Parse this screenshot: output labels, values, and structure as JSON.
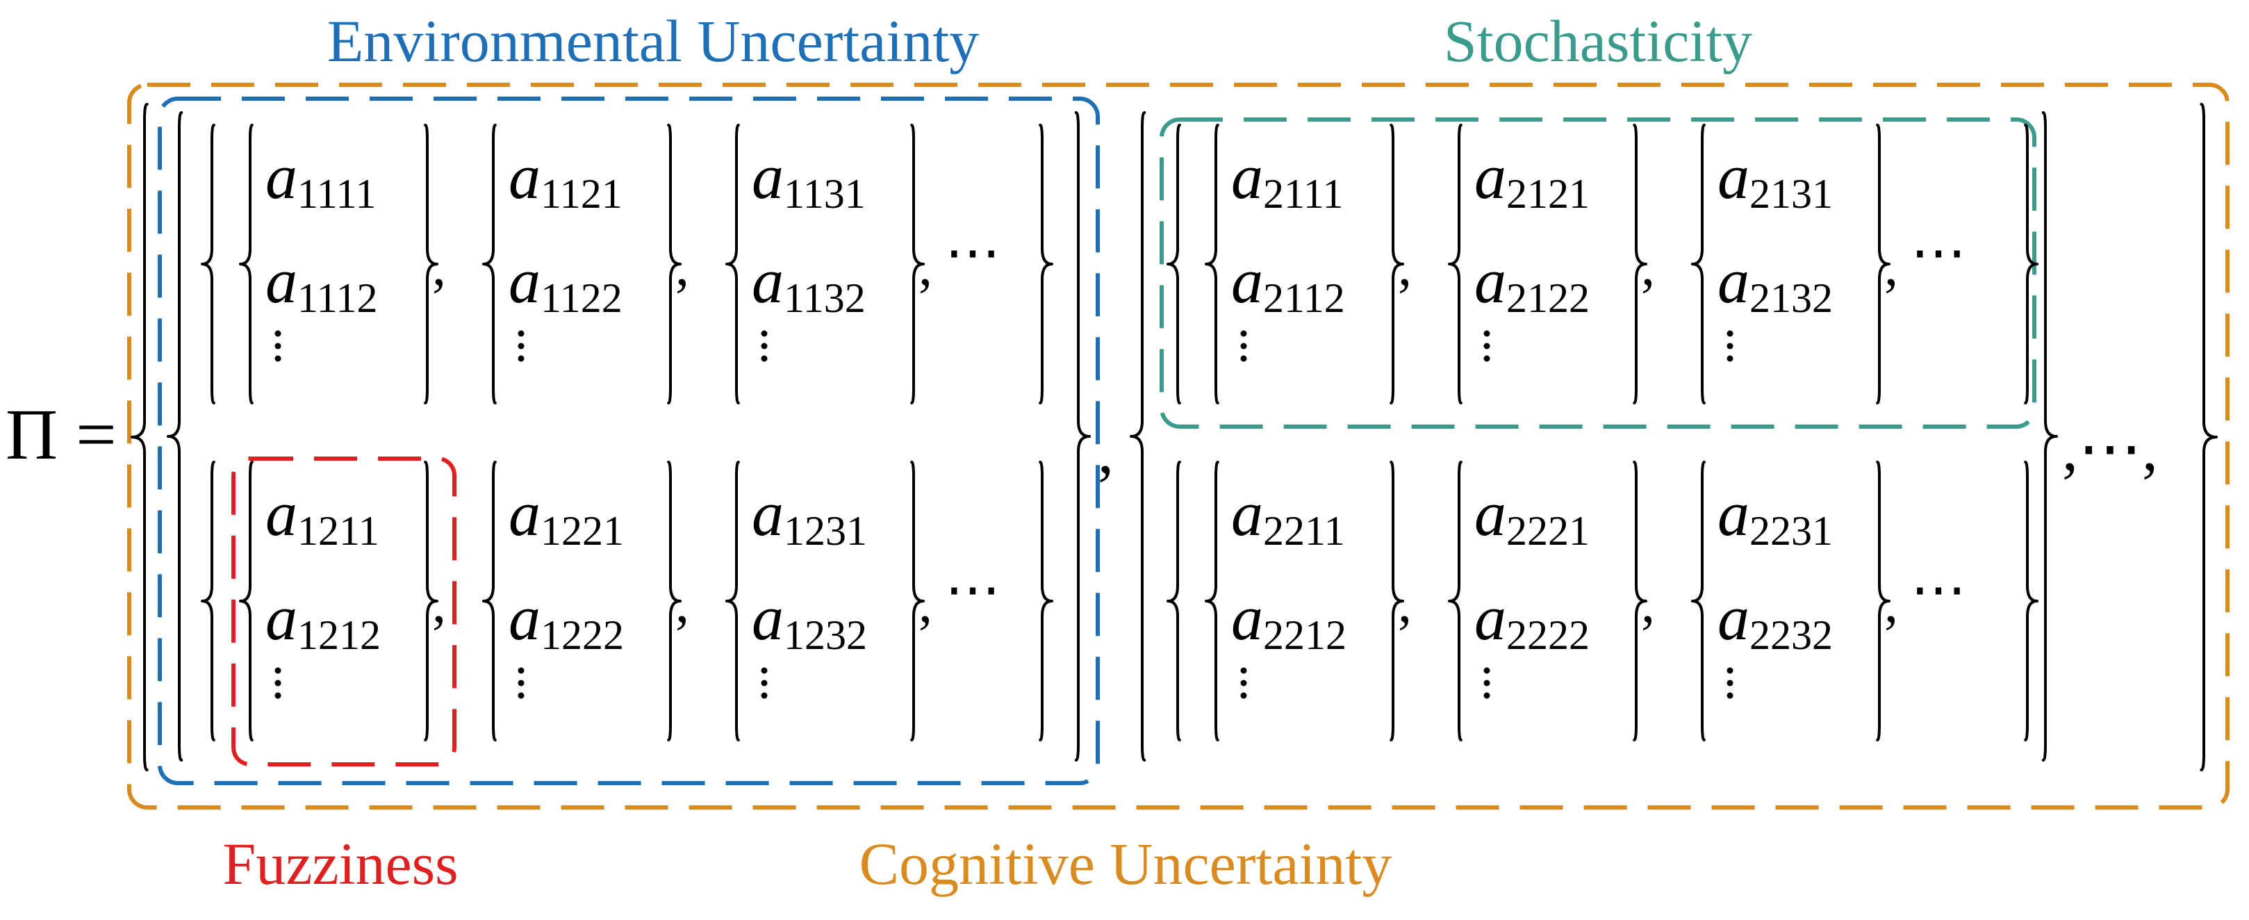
{
  "labels": {
    "environmental": "Environmental Uncertainty",
    "stochasticity": "Stochasticity",
    "fuzziness": "Fuzziness",
    "cognitive": "Cognitive Uncertainty"
  },
  "colors": {
    "environmental": "#1f6fb6",
    "stochasticity": "#3a9b8c",
    "fuzziness": "#e02020",
    "cognitive": "#d98b20",
    "ink": "#000000"
  },
  "equation": {
    "lhs": "Π =",
    "comma": ",",
    "hdots": "⋯",
    "tail": ",⋯,",
    "variable": "a"
  },
  "blocks": [
    {
      "rows": [
        [
          [
            "1111",
            "1112"
          ],
          [
            "1121",
            "1122"
          ],
          [
            "1131",
            "1132"
          ]
        ],
        [
          [
            "1211",
            "1212"
          ],
          [
            "1221",
            "1222"
          ],
          [
            "1231",
            "1232"
          ]
        ]
      ]
    },
    {
      "rows": [
        [
          [
            "2111",
            "2112"
          ],
          [
            "2121",
            "2122"
          ],
          [
            "2131",
            "2132"
          ]
        ],
        [
          [
            "2211",
            "2212"
          ],
          [
            "2221",
            "2222"
          ],
          [
            "2231",
            "2232"
          ]
        ]
      ]
    }
  ]
}
